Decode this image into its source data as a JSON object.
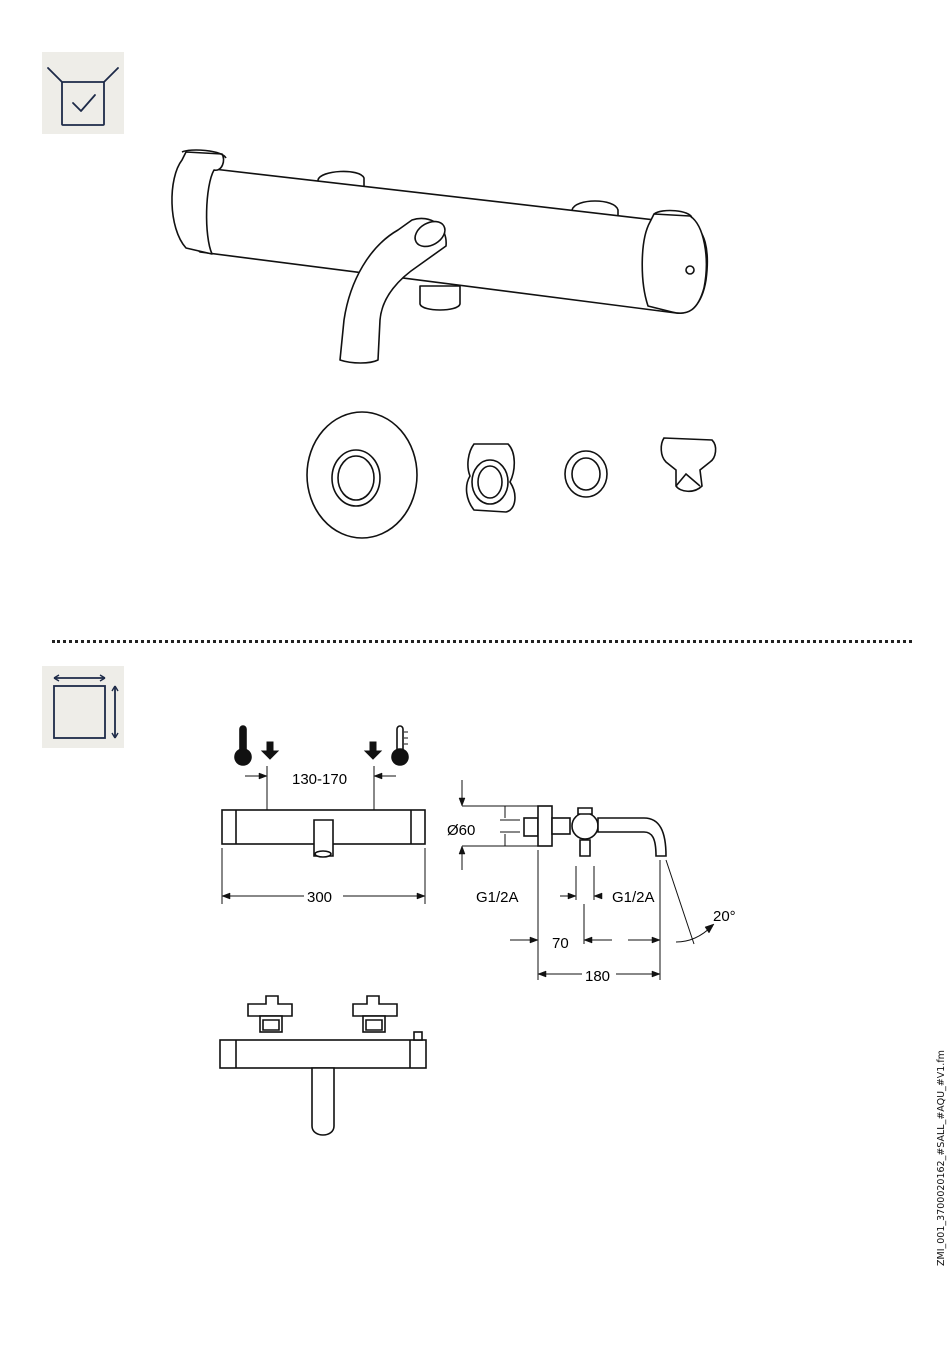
{
  "icons": {
    "package_contents": "package-check-icon",
    "dimensions": "dimensions-icon"
  },
  "dimensions": {
    "inlet_spacing": "130-170",
    "body_width": "300",
    "diameter": "Ø60",
    "thread_inlet": "G1/2A",
    "thread_outlet": "G1/2A",
    "depth_inlet": "70",
    "depth_total": "180",
    "spout_angle": "20°"
  },
  "document_code": "ZMI_001_3700020162_#SALL_#AQU_#V1.fm"
}
